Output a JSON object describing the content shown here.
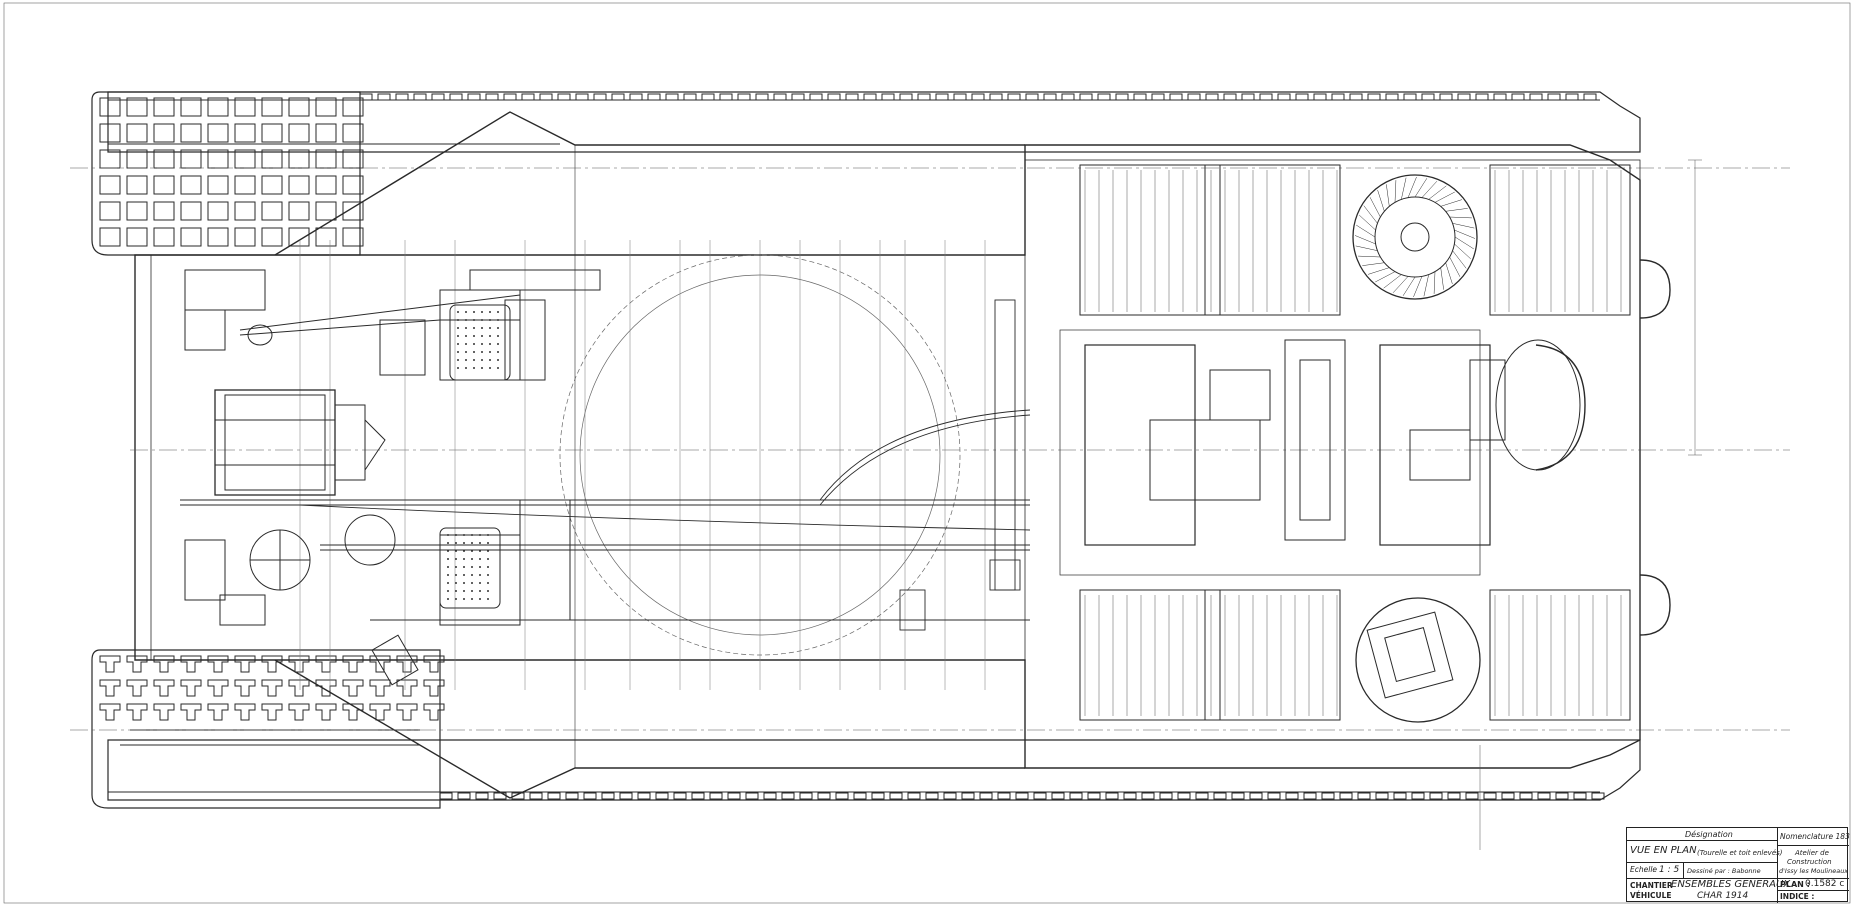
{
  "drawing": {
    "view": "plan view of tank hull with tracks, engine bay, fans and driver compartment"
  },
  "title_block": {
    "designation_header": "Désignation",
    "view_title": "VUE EN PLAN",
    "view_note": "(Tourelle et toit enlevés)",
    "nomenclature": "Nomenclature 183",
    "scale_label": "Echelle",
    "scale_value": "1 : 5",
    "drawn_by": "Dessiné par : Babonne",
    "workshop_line1": "Atelier de",
    "workshop_line2": "Construction",
    "workshop_line3": "d'Issy les Moulineaux",
    "chantier_label": "CHANTIER",
    "vehicule_label": "VÉHICULE",
    "main_title": "ENSEMBLES GENERAUX",
    "vehicle_name": "CHAR 1914",
    "plan_label": "PLAN :",
    "plan_number": "0.1582 c",
    "indice_label": "INDICE :"
  }
}
